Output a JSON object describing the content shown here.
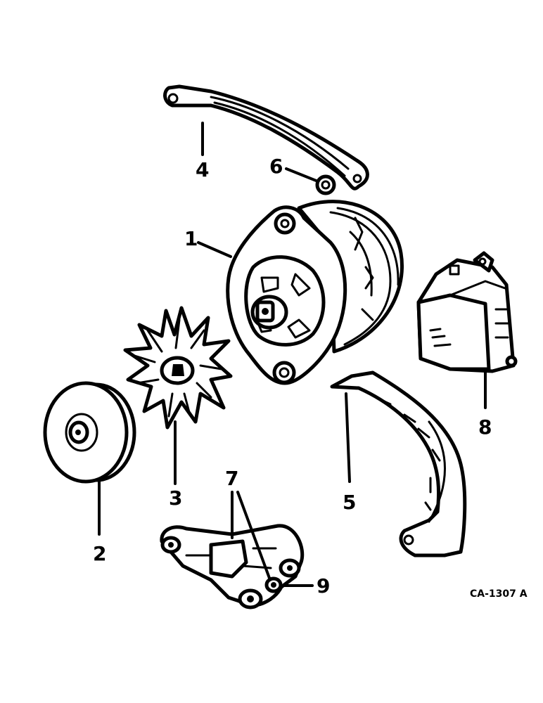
{
  "callouts": {
    "c1": "1",
    "c2": "2",
    "c3": "3",
    "c4": "4",
    "c5": "5",
    "c6": "6",
    "c7": "7",
    "c8": "8",
    "c9": "9"
  },
  "figure_code": "CA-1307 A",
  "parts": {
    "p1": "alternator",
    "p2": "pulley",
    "p3": "fan",
    "p4": "adjusting-strap",
    "p5": "brace-bracket",
    "p6": "washer",
    "p7": "mounting-bracket",
    "p8": "voltage-regulator",
    "p9": "spacer"
  }
}
